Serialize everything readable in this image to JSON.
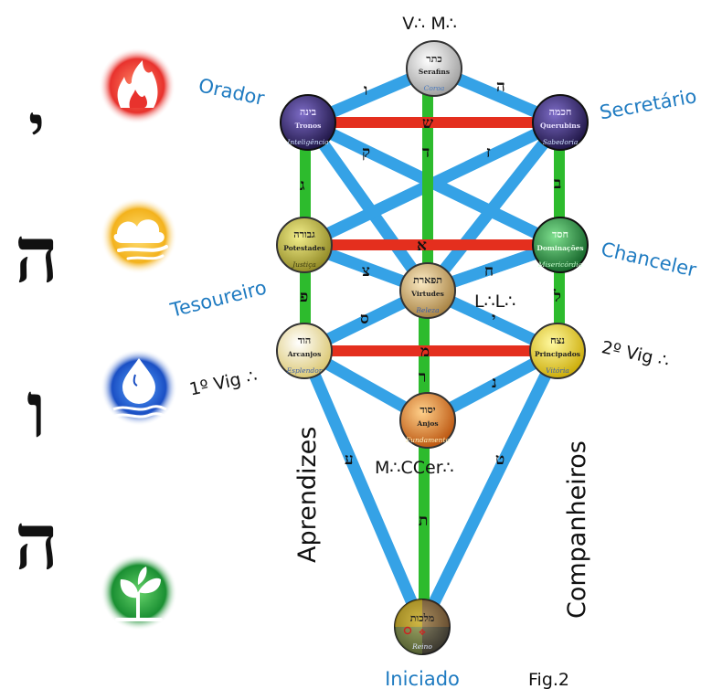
{
  "top_label": "V∴ M∴",
  "roles": {
    "orador": "Orador",
    "secretario": "Secretário",
    "tesoureiro": "Tesoureiro",
    "chanceler": "Chanceler",
    "vig1": "1º Vig ∴",
    "vig2": "2º Vig ∴",
    "ll": "L∴L∴",
    "mcer": "M∴CCer∴",
    "iniciado": "Iniciado",
    "fig": "Fig.2"
  },
  "columns": {
    "left": "Aprendizes",
    "right": "Companheiros"
  },
  "tetragrammaton": [
    "י",
    "ה",
    "ו",
    "ה"
  ],
  "elements": [
    {
      "name": "fire-icon",
      "color": "#e8322d"
    },
    {
      "name": "air-icon",
      "color": "#f3b21c"
    },
    {
      "name": "water-icon",
      "color": "#1f5fd0"
    },
    {
      "name": "earth-icon",
      "color": "#1e9a3a"
    }
  ],
  "colors": {
    "blue_path": "#35a2e6",
    "green_path": "#2dbb2d",
    "red_path": "#e42f1e",
    "role_text": "#1f7bc1"
  },
  "sephiroth": {
    "coroa": {
      "heb": "כתר",
      "name": "Serafins",
      "attr": "Coroa",
      "color": "#d8d8d8"
    },
    "inteligencia": {
      "heb": "בינה",
      "name": "Tronos",
      "attr": "Inteligência",
      "color": "#3a2b7a"
    },
    "sabedoria": {
      "heb": "חכמה",
      "name": "Querubins",
      "attr": "Sabedoria",
      "color": "#3a2b7a"
    },
    "justica": {
      "heb": "גבורה",
      "name": "Potestades",
      "attr": "Justiça",
      "color": "#c9c23a"
    },
    "misericordia": {
      "heb": "חסד",
      "name": "Dominações",
      "attr": "Misericórdia",
      "color": "#2f8f45"
    },
    "beleza": {
      "heb": "תפארת",
      "name": "Virtudes",
      "attr": "Beleza",
      "color": "#d9b97a"
    },
    "esplendor": {
      "heb": "הוד",
      "name": "Arcanjos",
      "attr": "Esplendor",
      "color": "#f5e9a8"
    },
    "vitoria": {
      "heb": "נצח",
      "name": "Principados",
      "attr": "Vitória",
      "color": "#f1e230"
    },
    "fundamento": {
      "heb": "יסוד",
      "name": "Anjos",
      "attr": "Fundamento",
      "color": "#e58422"
    },
    "reino": {
      "heb": "מלכות",
      "name": "",
      "attr": "Reino",
      "color": "#6b6450"
    }
  },
  "path_letters": [
    "ו",
    "ה",
    "ש",
    "ד",
    "ק",
    "ז",
    "ג",
    "ב",
    "א",
    "צ",
    "ח",
    "ל",
    "י",
    "פ",
    "ס",
    "מ",
    "ר",
    "נ",
    "ט",
    "ע",
    "ת"
  ]
}
